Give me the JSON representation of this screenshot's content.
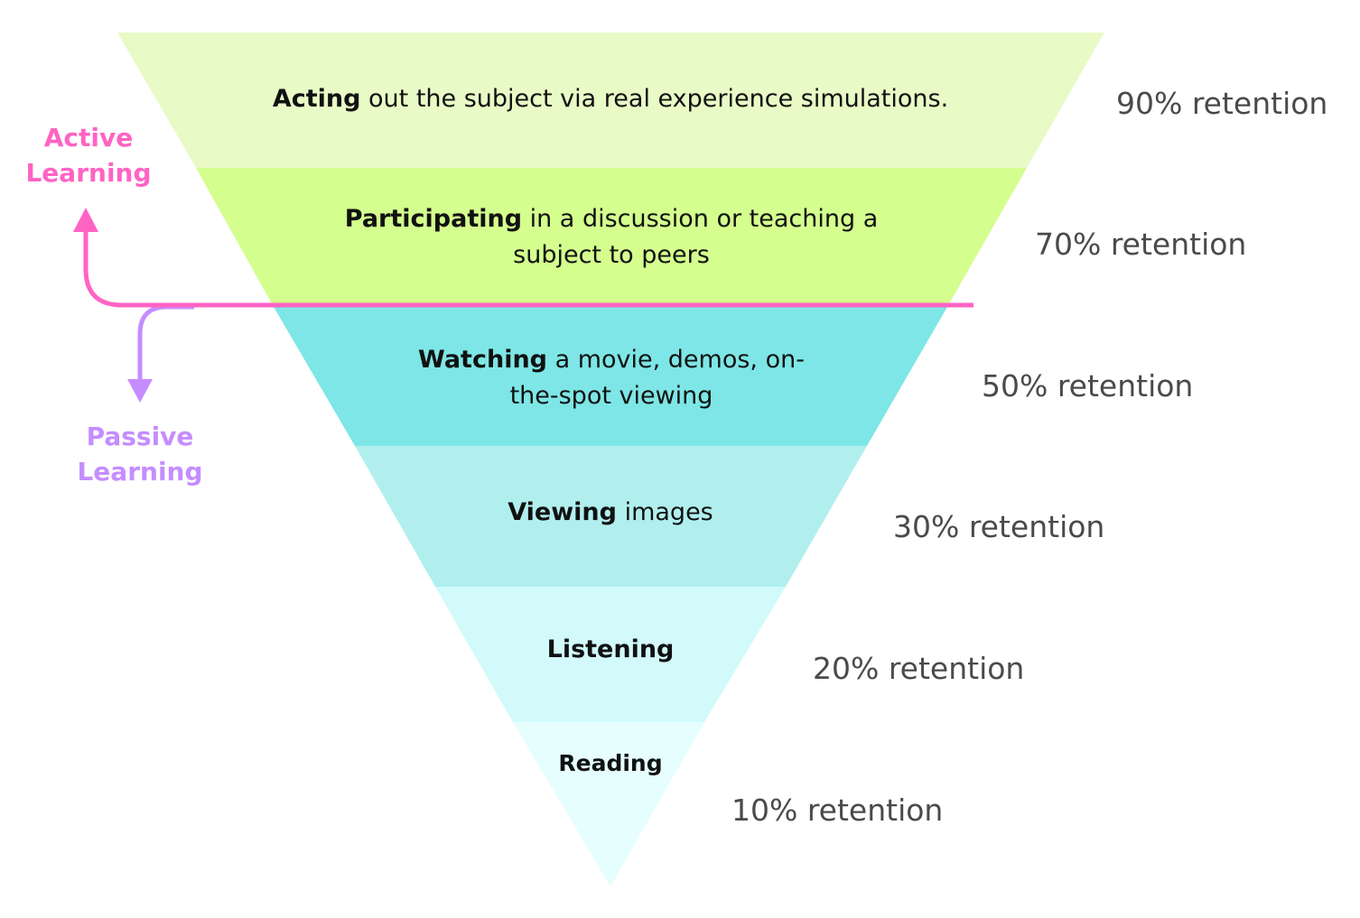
{
  "colors": {
    "acting": "#e8fac6",
    "participating": "#d4fe8e",
    "watching": "#7ee6e6",
    "viewing": "#b1efef",
    "listening": "#d2fafa",
    "reading": "#e6fefe",
    "active": "#ff63c4",
    "passive": "#c58dff"
  },
  "levels": [
    {
      "key": "acting",
      "bold": "Acting",
      "rest": " out the subject via real experience simulations.",
      "retention": "90% retention"
    },
    {
      "key": "participating",
      "bold": "Participating",
      "rest": " in a discussion or teaching a subject to peers",
      "retention": "70% retention"
    },
    {
      "key": "watching",
      "bold": "Watching",
      "rest": " a movie, demos, on-the-spot viewing",
      "retention": "50% retention"
    },
    {
      "key": "viewing",
      "bold": "Viewing",
      "rest": " images",
      "retention": "30% retention"
    },
    {
      "key": "listening",
      "bold": "Listening",
      "rest": "",
      "retention": "20% retention"
    },
    {
      "key": "reading",
      "bold": "Reading",
      "rest": "",
      "retention": "10% retention"
    }
  ],
  "active_label": "Active Learning",
  "passive_label": "Passive Learning"
}
